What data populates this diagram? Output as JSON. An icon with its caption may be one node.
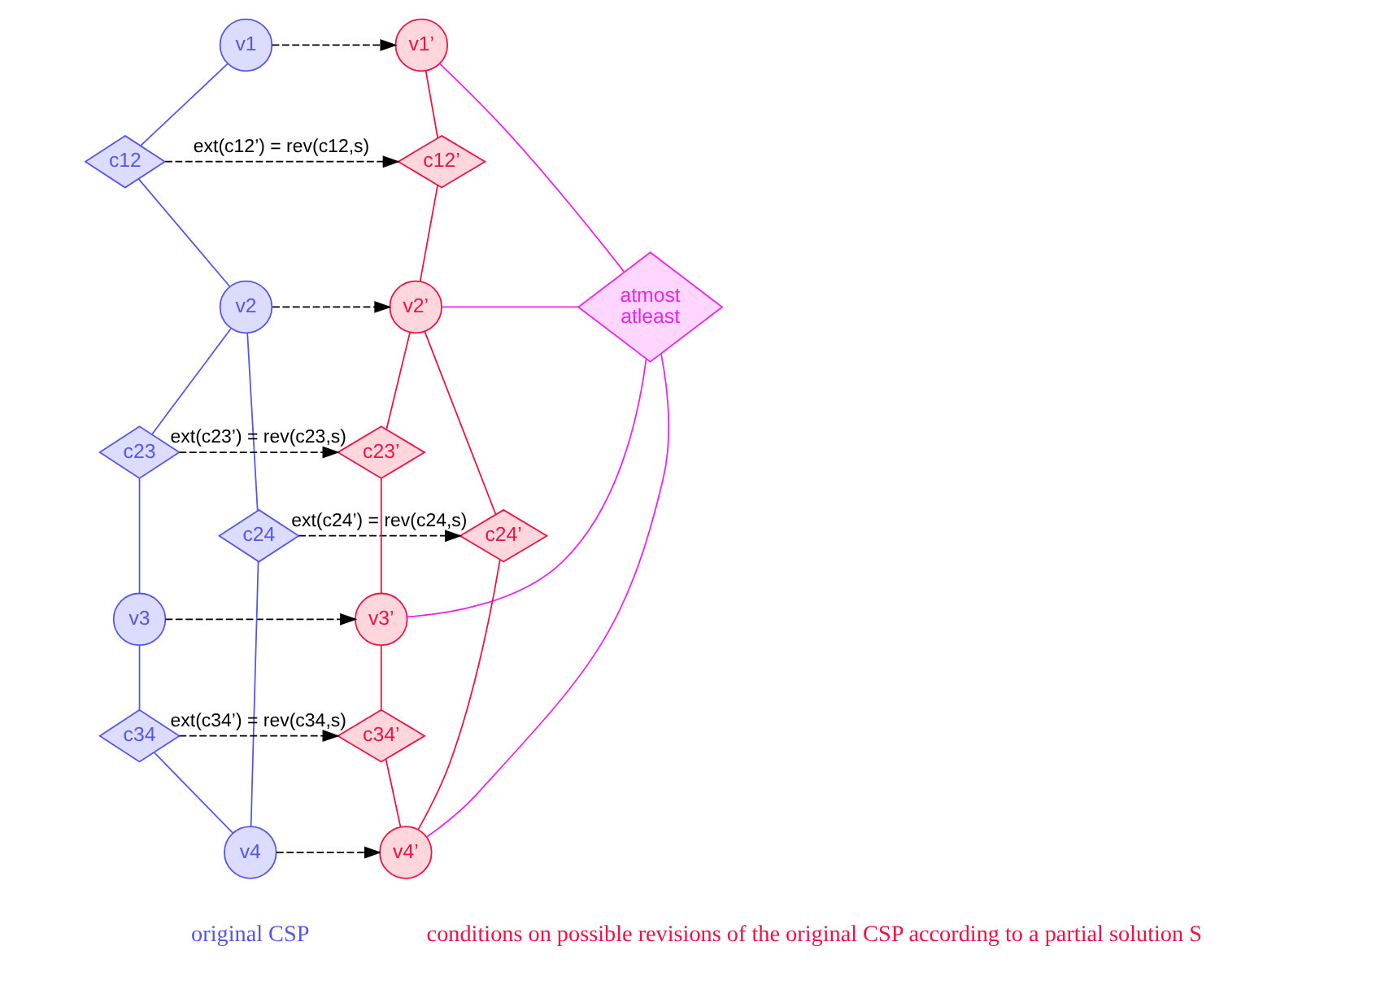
{
  "diagram": {
    "nodes": [
      {
        "text": [
          "v1"
        ]
      },
      {
        "text": [
          "c12"
        ]
      },
      {
        "text": [
          "v2"
        ]
      },
      {
        "text": [
          "c23"
        ]
      },
      {
        "text": [
          "v3"
        ]
      },
      {
        "text": [
          "c24"
        ]
      },
      {
        "text": [
          "c34"
        ]
      },
      {
        "text": [
          "v4"
        ]
      },
      {
        "text": [
          "v1’"
        ]
      },
      {
        "text": [
          "c12’"
        ]
      },
      {
        "text": [
          "v2’"
        ]
      },
      {
        "text": [
          "c23’"
        ]
      },
      {
        "text": [
          "v3’"
        ]
      },
      {
        "text": [
          "c24’"
        ]
      },
      {
        "text": [
          "c34’"
        ]
      },
      {
        "text": [
          "v4’"
        ]
      },
      {
        "text": [
          "atmost",
          "atleast"
        ]
      }
    ],
    "edges": [
      {
        "from": 0,
        "to": 1,
        "arrow": "none",
        "color": "#5555ee"
      },
      {
        "from": 1,
        "to": 2,
        "arrow": "none",
        "color": "#5555ee"
      },
      {
        "from": 2,
        "to": 3,
        "arrow": "none",
        "color": "#5555ee"
      },
      {
        "from": 3,
        "to": 4,
        "arrow": "none",
        "color": "#5555ee"
      },
      {
        "from": 2,
        "to": 5,
        "arrow": "none",
        "color": "#5555ee"
      },
      {
        "from": 5,
        "to": 7,
        "arrow": "none",
        "color": "#5555ee"
      },
      {
        "from": 4,
        "to": 6,
        "arrow": "none",
        "color": "#5555ee"
      },
      {
        "from": 6,
        "to": 7,
        "arrow": "none",
        "color": "#5555ee"
      },
      {
        "from": 8,
        "to": 9,
        "arrow": "none",
        "color": "#ee1144"
      },
      {
        "from": 9,
        "to": 10,
        "arrow": "none",
        "color": "#ee1144"
      },
      {
        "from": 10,
        "to": 11,
        "arrow": "none",
        "color": "#ee1144"
      },
      {
        "from": 11,
        "to": 12,
        "arrow": "none",
        "color": "#ee1144"
      },
      {
        "from": 10,
        "to": 13,
        "arrow": "none",
        "color": "#ee1144"
      },
      {
        "from": 13,
        "to": 15,
        "arrow": "none",
        "color": "#ee1144"
      },
      {
        "from": 12,
        "to": 14,
        "arrow": "none",
        "color": "#ee1144"
      },
      {
        "from": 14,
        "to": 15,
        "arrow": "none",
        "color": "#ee1144"
      },
      {
        "from": 8,
        "to": 16,
        "arrow": "none",
        "color": "#ee22ee"
      },
      {
        "from": 10,
        "to": 16,
        "arrow": "none",
        "color": "#ee22ee"
      },
      {
        "from": 12,
        "to": 16,
        "arrow": "none",
        "color": "#ee22ee"
      },
      {
        "from": 15,
        "to": 16,
        "arrow": "none",
        "color": "#ee22ee"
      },
      {
        "from": 0,
        "to": 8,
        "arrow": "to",
        "style": "dashed",
        "color": "#000000"
      },
      {
        "from": 1,
        "to": 9,
        "arrow": "to",
        "style": "dashed",
        "color": "#000000",
        "label": "ext(c12’) = rev(c12,s)"
      },
      {
        "from": 2,
        "to": 10,
        "arrow": "to",
        "style": "dashed",
        "color": "#000000"
      },
      {
        "from": 3,
        "to": 11,
        "arrow": "to",
        "style": "dashed",
        "color": "#000000",
        "label": "ext(c23’) = rev(c23,s)"
      },
      {
        "from": 4,
        "to": 12,
        "arrow": "to",
        "style": "dashed",
        "color": "#000000"
      },
      {
        "from": 5,
        "to": 13,
        "arrow": "to",
        "style": "dashed",
        "color": "#000000",
        "label": "ext(c24’) = rev(c24,s)"
      },
      {
        "from": 6,
        "to": 14,
        "arrow": "to",
        "style": "dashed",
        "color": "#000000",
        "label": "ext(c34’) = rev(c34,s)"
      },
      {
        "from": 7,
        "to": 15,
        "arrow": "to",
        "style": "dashed",
        "color": "#000000"
      }
    ],
    "labels": [
      "original CSP",
      "conditions on possible revisions of the original CSP according to a partial solution S"
    ]
  }
}
